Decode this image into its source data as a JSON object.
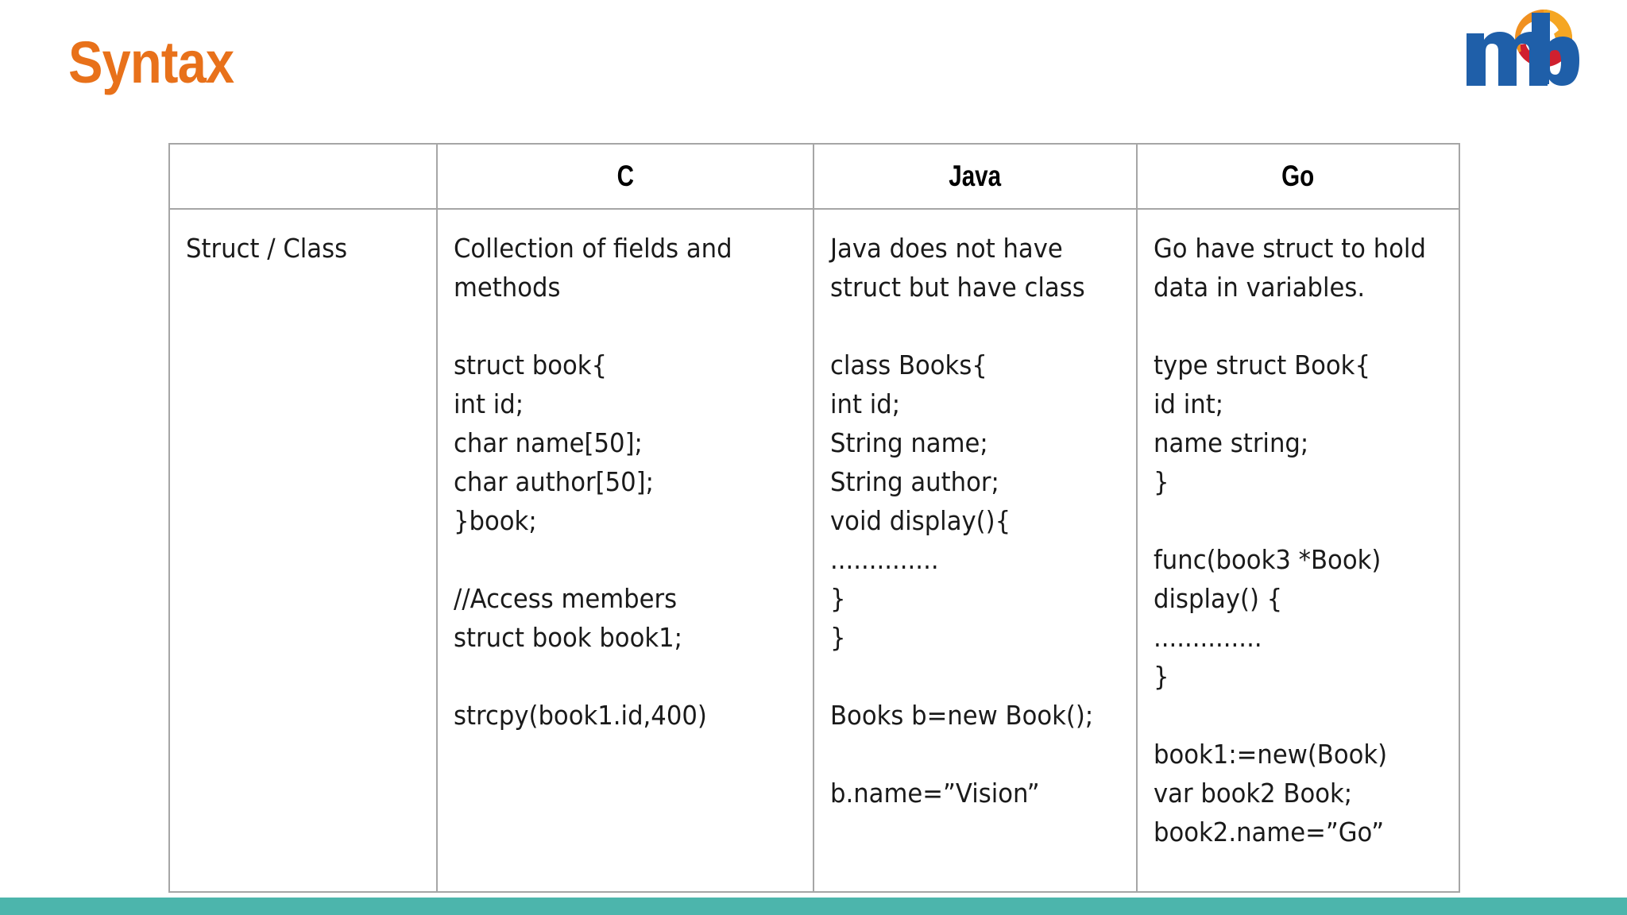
{
  "slide": {
    "title": "Syntax",
    "title_color": "#E8711A",
    "accent_bar_color": "#4CB5AC",
    "background_color": "#FFFFFF",
    "border_color": "#A6A6A6"
  },
  "logo": {
    "name": "mb-logo",
    "letters": "mb",
    "letter_color": "#1F5FA9",
    "swirl_colors": [
      "#F5A623",
      "#E8711A",
      "#D0202E",
      "#FFFFFF"
    ]
  },
  "table": {
    "headers": [
      "",
      "C",
      "Java",
      "Go"
    ],
    "rows": [
      {
        "label": "Struct / Class",
        "c": "Collection of fields and methods\n\nstruct book{\nint id;\nchar name[50];\nchar author[50];\n}book;\n\n//Access members\nstruct book book1;\n\nstrcpy(book1.id,400)",
        "java": "Java does not have struct but have class\n\nclass Books{\nint id;\nString name;\nString author;\nvoid display(){\n..............\n}\n}\n\nBooks b=new Book();\n\nb.name=”Vision”",
        "go": "Go have struct to hold data in variables.\n\ntype struct Book{\nid int;\nname string;\n}\n\nfunc(book3 *Book) display() {\n..............\n}\n\nbook1:=new(Book)\nvar book2 Book;\nbook2.name=”Go”"
      }
    ]
  }
}
